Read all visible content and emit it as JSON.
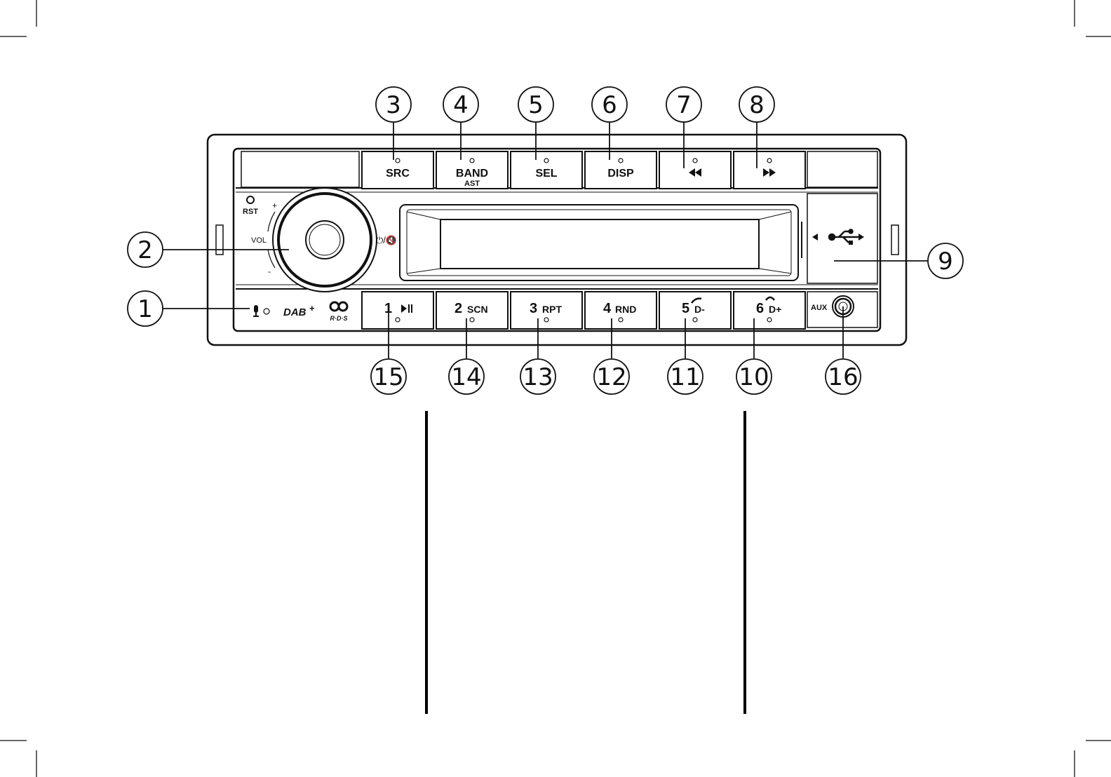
{
  "radio": {
    "top_buttons": [
      {
        "label": "SRC",
        "sub": ""
      },
      {
        "label": "BAND",
        "sub": "AST"
      },
      {
        "label": "SEL",
        "sub": ""
      },
      {
        "label": "DISP",
        "sub": ""
      },
      {
        "label": "",
        "sub": "",
        "icon": "rewind-icon"
      },
      {
        "label": "",
        "sub": "",
        "icon": "fast-forward-icon"
      }
    ],
    "bottom_buttons": [
      {
        "num": "1",
        "text": "",
        "icon": "play-pause-icon"
      },
      {
        "num": "2",
        "text": "SCN"
      },
      {
        "num": "3",
        "text": "RPT"
      },
      {
        "num": "4",
        "text": "RND"
      },
      {
        "num": "5",
        "text": "D-",
        "icon": "phone-hang-icon"
      },
      {
        "num": "6",
        "text": "D+",
        "icon": "phone-pickup-icon"
      }
    ],
    "rst_label": "RST",
    "vol_label": "VOL",
    "vol_plus": "+",
    "vol_minus": "-",
    "aux_label": "AUX",
    "dab_label": "DAB",
    "dab_plus": "+",
    "rds_label": "R·D·S",
    "power_mute_label": "⏻/🔇"
  },
  "callouts": {
    "top": [
      "3",
      "4",
      "5",
      "6",
      "7",
      "8"
    ],
    "bottom": [
      "15",
      "14",
      "13",
      "12",
      "11",
      "10",
      "16"
    ],
    "left_knob": "2",
    "left_mic": "1",
    "right_usb": "9"
  },
  "icons": [
    "mic-icon",
    "usb-icon",
    "eject-arrow-icon",
    "aux-jack-icon",
    "rds-logo-icon"
  ]
}
